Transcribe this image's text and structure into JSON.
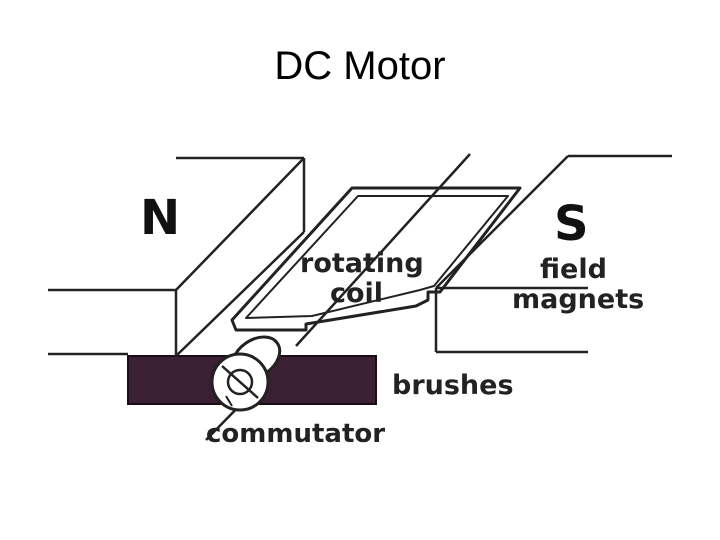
{
  "title": "DC Motor",
  "labels": {
    "north": "N",
    "south": "S",
    "rotating_coil_line1": "rotating",
    "rotating_coil_line2": "coil",
    "field_magnets_line1": "field",
    "field_magnets_line2": "magnets",
    "brushes": "brushes",
    "commutator": "commutator"
  },
  "colors": {
    "brush": "#3b1f33",
    "line": "#222222"
  }
}
